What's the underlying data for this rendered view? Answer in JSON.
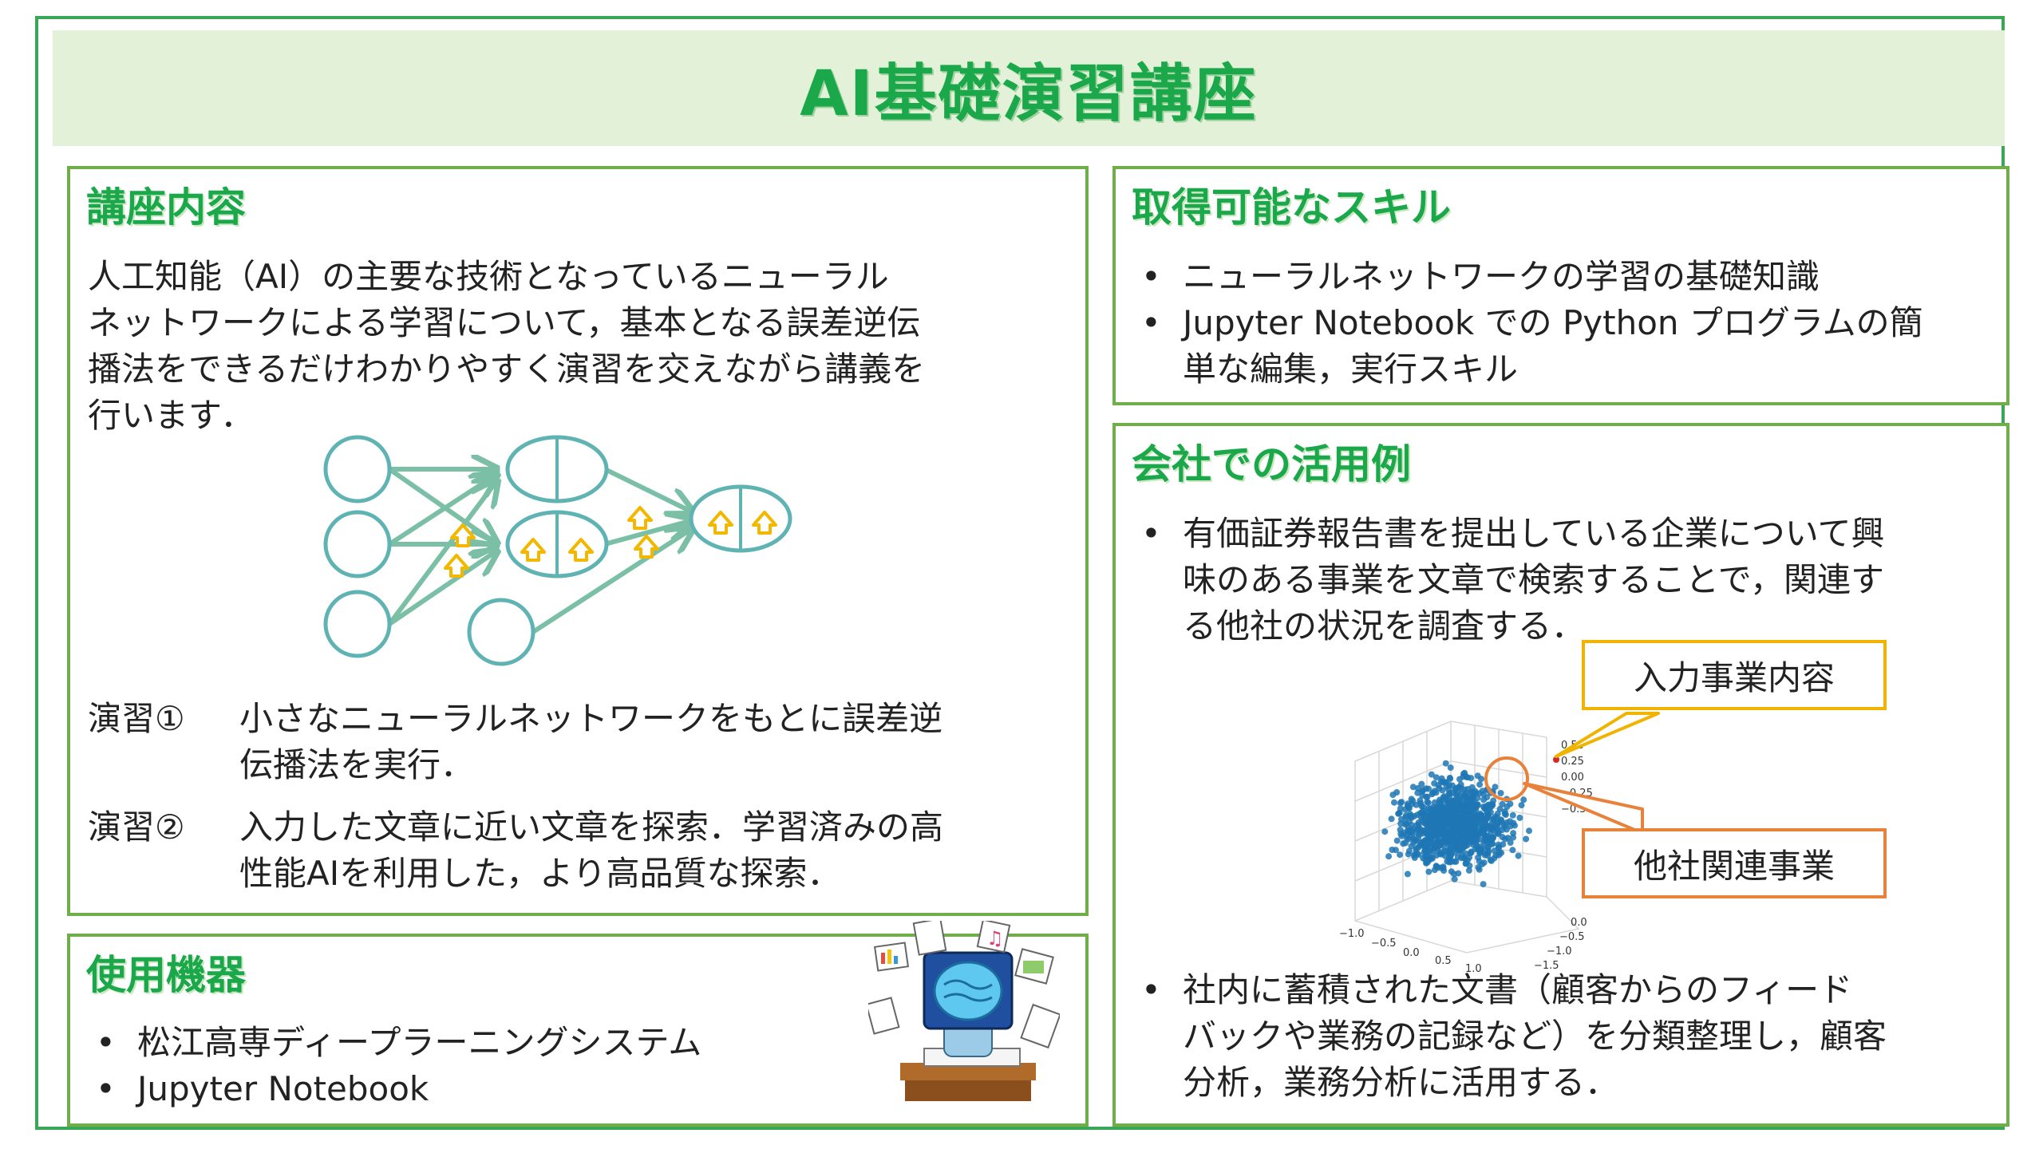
{
  "title": "AI基礎演習講座",
  "course": {
    "heading": "講座内容",
    "description": [
      "人工知能（AI）の主要な技術となっているニューラル",
      "ネットワークによる学習について，基本となる誤差逆伝",
      "播法をできるだけわかりやすく演習を交えながら講義を",
      "行います．"
    ],
    "exercises": [
      {
        "label": "演習①",
        "lines": [
          "小さなニューラルネットワークをもとに誤差逆",
          "伝播法を実行．"
        ]
      },
      {
        "label": "演習②",
        "lines": [
          "入力した文章に近い文章を探索．学習済みの高",
          "性能AIを利用した，より高品質な探索．"
        ]
      }
    ]
  },
  "skills": {
    "heading": "取得可能なスキル",
    "items": [
      [
        "ニューラルネットワークの学習の基礎知識"
      ],
      [
        "Jupyter Notebook での Python プログラムの簡",
        "単な編集，実行スキル"
      ]
    ]
  },
  "equipment": {
    "heading": "使用機器",
    "items": [
      "松江高専ディープラーニングシステム",
      "Jupyter Notebook"
    ]
  },
  "usecases": {
    "heading": "会社での活用例",
    "items": [
      [
        "有価証券報告書を提出している企業について興",
        "味のある事業を文章で検索することで，関連す",
        "る他社の状況を調査する．"
      ],
      [
        "社内に蓄積された文書（顧客からのフィード",
        "バックや業務の記録など）を分類整理し，顧客",
        "分析，業務分析に活用する．"
      ]
    ],
    "callout_input": "入力事業内容",
    "callout_related": "他社関連事業"
  },
  "plot": {
    "z_ticks": [
      "0.50",
      "0.25",
      "0.00",
      "−0.25",
      "−0.50"
    ],
    "x_ticks": [
      "−1.0",
      "−0.5",
      "0.0",
      "0.5",
      "1.0"
    ],
    "y_ticks": [
      "0.0",
      "−0.5",
      "−1.0",
      "−1.5"
    ]
  },
  "colors": {
    "frame": "#3aa757",
    "title": "#1aa84a",
    "panel": "#6fae48",
    "node": "#5fb3b3",
    "arrow_up": "#f2b800",
    "scatter": "#1f77b4",
    "callout_input": "#f0b400",
    "callout_related": "#e8823a"
  }
}
